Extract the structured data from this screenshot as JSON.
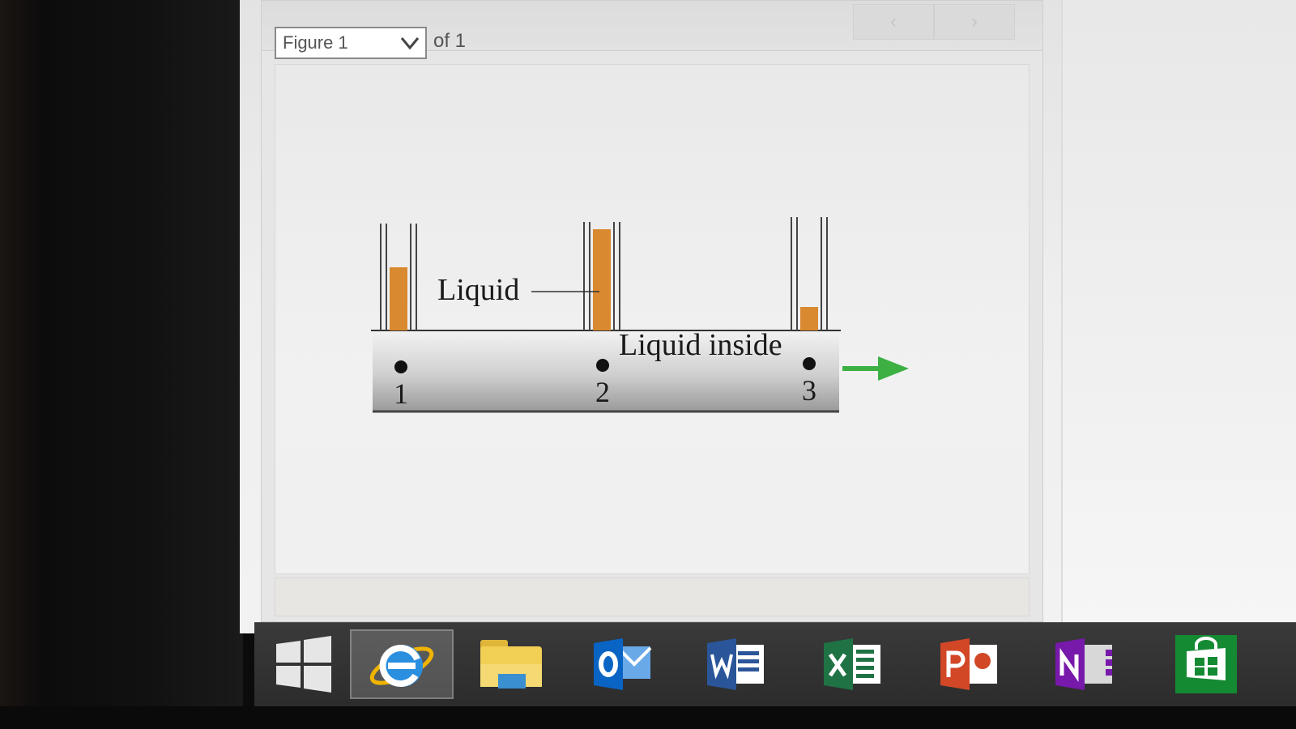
{
  "viewer": {
    "figure_select_value": "Figure 1",
    "figure_count": "of 1",
    "prev_glyph": "‹",
    "next_glyph": "›"
  },
  "figure": {
    "label_liquid": "Liquid",
    "label_liquid_inside": "Liquid inside",
    "points": [
      "1",
      "2",
      "3"
    ],
    "liquid_color": "#d9892f",
    "arrow_color": "#3cb043",
    "tube_levels": [
      0.58,
      0.93,
      0.22
    ]
  },
  "taskbar": {
    "apps": [
      {
        "name": "start-icon"
      },
      {
        "name": "internet-explorer-icon"
      },
      {
        "name": "file-explorer-icon"
      },
      {
        "name": "outlook-icon"
      },
      {
        "name": "word-icon"
      },
      {
        "name": "excel-icon"
      },
      {
        "name": "powerpoint-icon"
      },
      {
        "name": "onenote-icon"
      },
      {
        "name": "store-icon"
      }
    ]
  }
}
